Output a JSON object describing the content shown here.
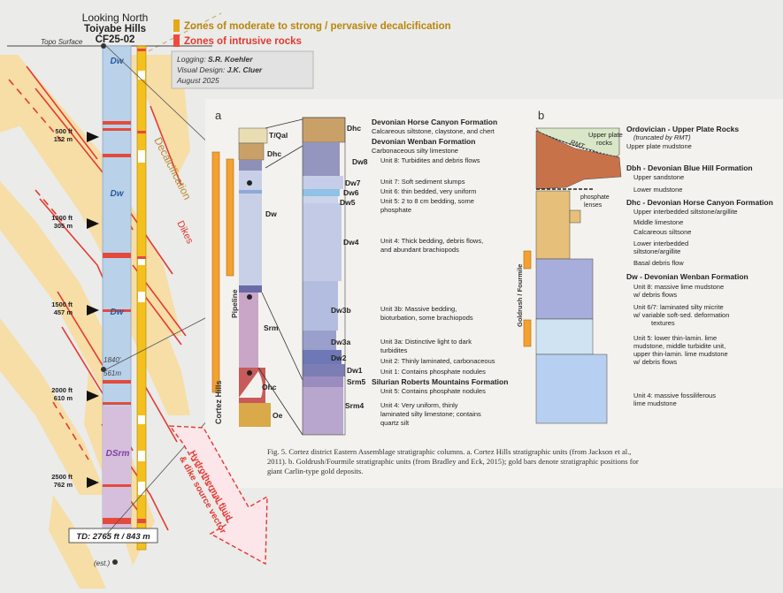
{
  "well": {
    "looking": "Looking North",
    "name": "Toiyabe Hills",
    "id": "CF25-02",
    "topo_surface": "Topo Surface",
    "td": "TD: 2765 ft / 843 m",
    "est": "(est.)",
    "marker_ft": "1840'",
    "marker_m": "561m",
    "unit_labels": [
      "Dw",
      "Dw",
      "Dw",
      "DSrm"
    ],
    "depths": [
      {
        "ft": "500 ft",
        "m": "152 m"
      },
      {
        "ft": "1000 ft",
        "m": "305 m"
      },
      {
        "ft": "1500 ft",
        "m": "457 m"
      },
      {
        "ft": "2000 ft",
        "m": "610 m"
      },
      {
        "ft": "2500 ft",
        "m": "762 m"
      }
    ],
    "decalcification_label": "Decalcification",
    "dikes_label": "Dikes"
  },
  "legend": {
    "decalc": "Zones of moderate to strong / pervasive decalcification",
    "intrusive": "Zones of intrusive rocks",
    "decalc_color": "#e6a817",
    "intrusive_color": "#ee4b3c"
  },
  "credits": {
    "logging_label": "Logging:",
    "logging_name": "S.R. Koehler",
    "design_label": "Visual Design:",
    "design_name": "J.K. Cluer",
    "date": "August 2025"
  },
  "vector": "Hydrothermal fluid & dike source vector",
  "figure": {
    "panel_a": "a",
    "panel_b": "b",
    "cortez_hills": "Cortez Hills",
    "pipeline": "Pipeline",
    "goldrush": "Goldrush / Fourmile",
    "col_a_labels": [
      "T/Qal",
      "Dhc",
      "Dw",
      "Srm",
      "Ohc",
      "Oe"
    ],
    "col_b_labels": [
      "Dhc",
      "Dw8",
      "Dw7",
      "Dw6",
      "Dw5",
      "Dw4",
      "Dw3b",
      "Dw3a",
      "Dw2",
      "Dw1",
      "Srm5",
      "Srm4"
    ],
    "descriptions": {
      "dhc_title": "Devonian Horse Canyon Formation",
      "dhc_desc": "Calcareous siltstone, claystone, and chert",
      "dw_title": "Devonian Wenban Formation",
      "dw_desc": "Carbonaceous silty limestone",
      "dw8": "Unit 8: Turbidites and debris flows",
      "dw7": "Unit 7: Soft sediment slumps",
      "dw6": "Unit 6: thin bedded, very uniform",
      "dw5a": "Unit 5: 2 to 8 cm bedding, some",
      "dw5b": "phosphate",
      "dw4a": "Unit 4: Thick bedding, debris flows,",
      "dw4b": "and abundant brachiopods",
      "dw3ba": "Unit 3b: Massive bedding,",
      "dw3bb": "bioturbation, some brachiopods",
      "dw3a": "Unit 3a: Distinctive light to dark",
      "dw3a2": "turbidites",
      "dw2": "Unit 2: Thinly laminated, carbonaceous",
      "dw1": "Unit 1: Contains phosphate nodules",
      "srm_title": "Silurian Roberts Mountains Formation",
      "srm5": "Unit 5: Contains phosphate nodules",
      "srm4a": "Unit 4: Very uniform, thinly",
      "srm4b": "laminated silty limestone; contains",
      "srm4c": "quartz silt"
    },
    "b_upper_plate": "Upper plate",
    "b_rocks": "rocks",
    "b_rmt": "RMT",
    "b_phosphate": "phosphate",
    "b_lenses": "lenses",
    "b_desc": {
      "ord_title": "Ordovician - Upper Plate Rocks",
      "ord_sub": "(truncated by RMT)",
      "ord_desc": "Upper plate mudstone",
      "dbh_title": "Dbh - Devonian Blue Hill Formation",
      "dbh1": "Upper sandstone",
      "dbh2": "Lower mudstone",
      "dhc_title": "Dhc - Devonian Horse Canyon Formation",
      "dhc1": "Upper interbedded siltstone/argillite",
      "dhc2": "Middle limestone",
      "dhc3": "Calcareous siltsone",
      "dhc4": "Lower interbedded",
      "dhc5": "siltstone/argillite",
      "dhc6": "Basal debris flow",
      "dw_title": "Dw - Devonian Wenban Formation",
      "u8a": "Unit 8: massive lime mudstone",
      "u8b": "w/ debris flows",
      "u67a": "Unit 6/7: laminated silty micrite",
      "u67b": "w/ variable soft-sed. deformation",
      "u67c": "textures",
      "u5a": "Unit 5: lower thin-lamin. lime",
      "u5b": "mudstone, middle turbidite unit,",
      "u5c": "upper thin-lamin. lime mudstone",
      "u5d": "w/ debris flows",
      "u4a": "Unit 4: massive fossiliferous",
      "u4b": "lime mudstone"
    },
    "caption_1": "Fig. 5.  Cortez district Eastern Assemblage stratigraphic columns. a. Cortez Hills stratigraphic units (from Jackson et al.,",
    "caption_2": "2011). b. Goldrush/Fourmile stratigraphic units (from Bradley and Eck, 2015); gold bars denote stratigraphic positions for",
    "caption_3": "giant Carlin-type gold deposits."
  }
}
